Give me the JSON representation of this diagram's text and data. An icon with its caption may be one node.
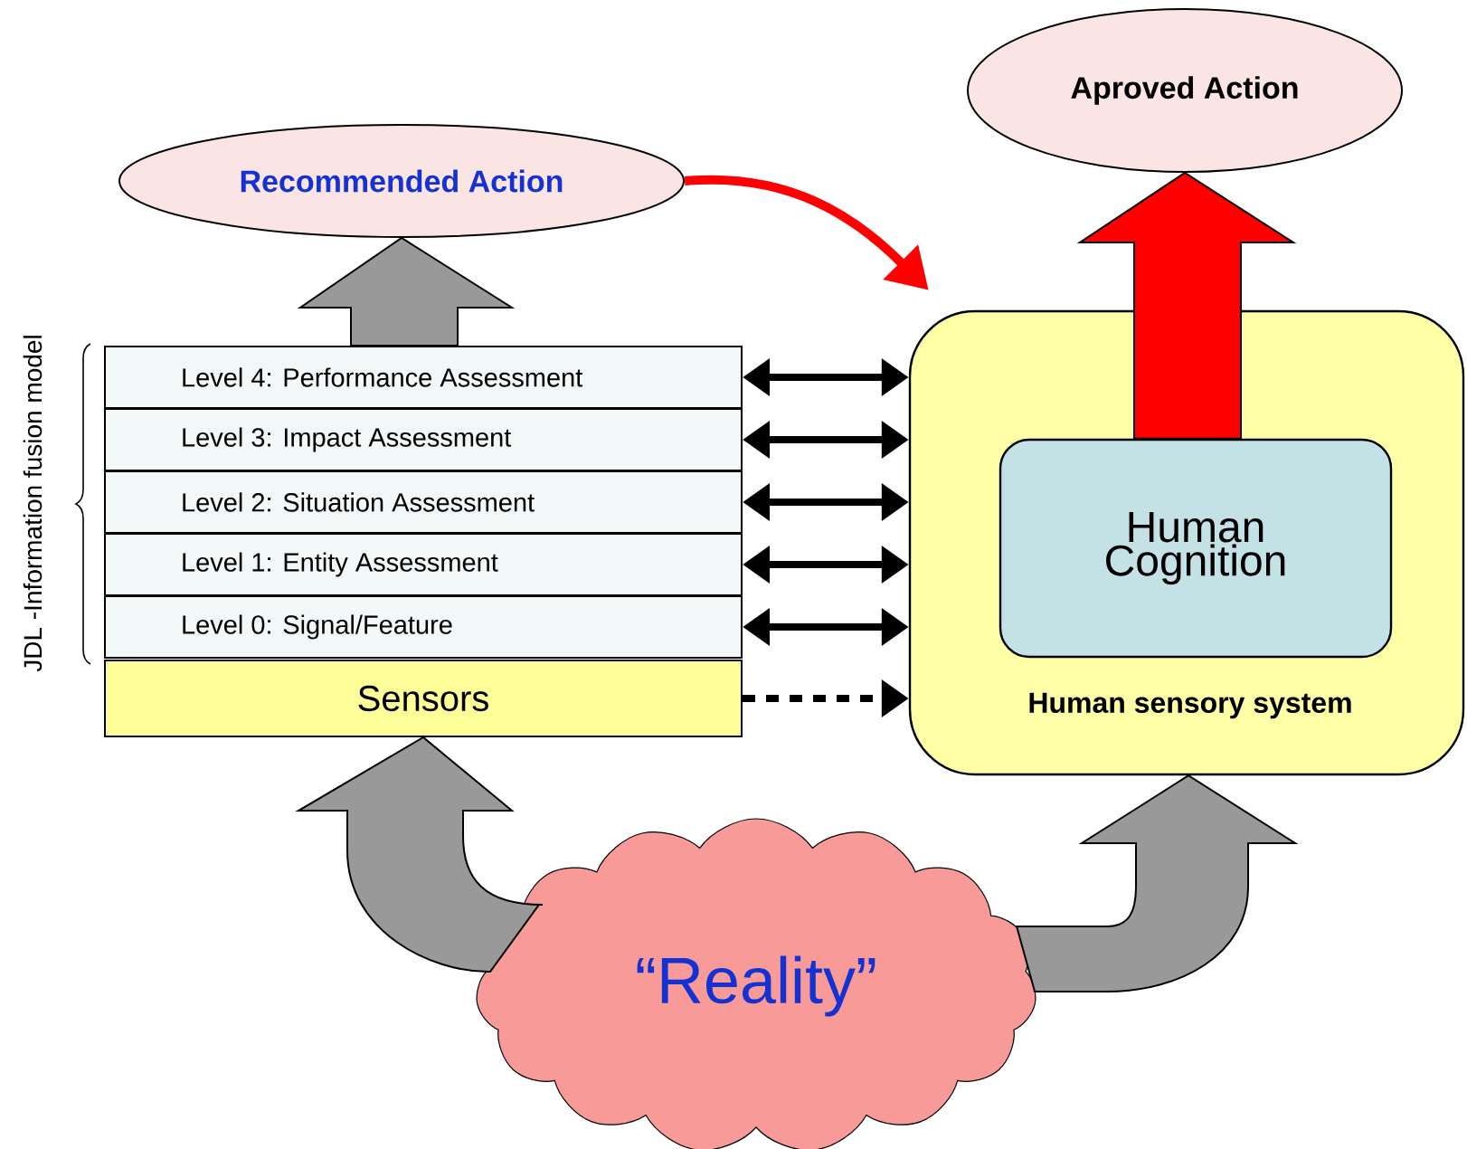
{
  "diagram": {
    "nodes": [
      {
        "text": [
          "Recommended Action"
        ]
      },
      {
        "text": [
          "Aproved Action"
        ]
      },
      {
        "text": [
          "Level 4: Performance Assessment"
        ]
      },
      {
        "text": [
          "Level 3: Impact Assessment"
        ]
      },
      {
        "text": [
          "Level 2: Situation Assessment"
        ]
      },
      {
        "text": [
          "Level 1: Entity Assessment"
        ]
      },
      {
        "text": [
          "Level 0: Signal/Feature"
        ]
      },
      {
        "text": [
          "Sensors"
        ]
      },
      {
        "text": [
          "Human sensory system"
        ]
      },
      {
        "text": [
          "Human Cognition"
        ],
        "in": 8
      },
      {
        "text": [
          "“Reality”"
        ]
      }
    ],
    "edges": [
      {
        "from": 2,
        "to": 0,
        "arrow": "to",
        "style": "thick",
        "color": "#999999"
      },
      {
        "from": 0,
        "to": 8,
        "arrow": "to",
        "color": "#ff0000"
      },
      {
        "from": 9,
        "to": 1,
        "arrow": "to",
        "style": "thick",
        "color": "#ff0000"
      },
      {
        "from": 2,
        "to": 8,
        "arrow": "both"
      },
      {
        "from": 3,
        "to": 8,
        "arrow": "both"
      },
      {
        "from": 4,
        "to": 8,
        "arrow": "both"
      },
      {
        "from": 5,
        "to": 8,
        "arrow": "both"
      },
      {
        "from": 6,
        "to": 8,
        "arrow": "both"
      },
      {
        "from": 7,
        "to": 8,
        "arrow": "to",
        "style": "dashed"
      },
      {
        "from": 10,
        "to": 7,
        "arrow": "to",
        "style": "thick",
        "color": "#999999"
      },
      {
        "from": 10,
        "to": 8,
        "arrow": "to",
        "style": "thick",
        "color": "#999999"
      }
    ],
    "labels": [
      "JDL -Information fusion model"
    ]
  }
}
